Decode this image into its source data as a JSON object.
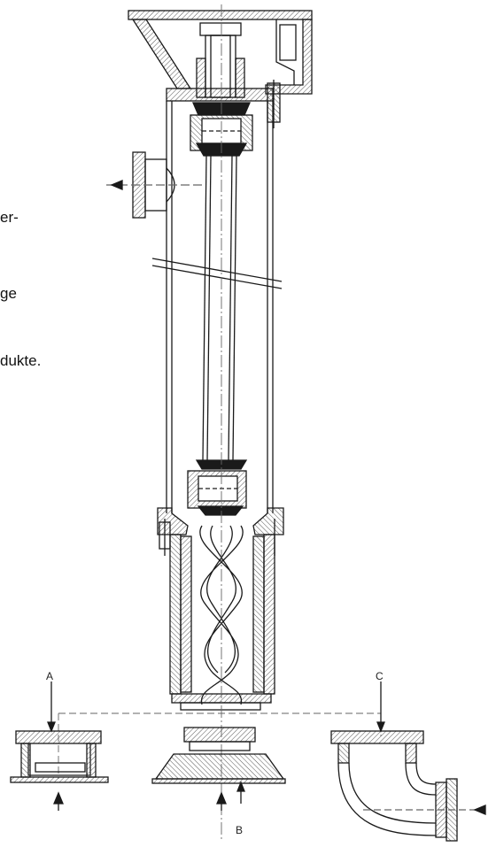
{
  "text_fragments": {
    "line1": "er-",
    "line2": "ge",
    "line3": "dukte."
  },
  "labels": {
    "a": "A",
    "b": "B",
    "c": "C"
  },
  "colors": {
    "ink": "#1a1a1a",
    "hatch": "#555555",
    "dash": "#666666",
    "paper": "#ffffff"
  }
}
